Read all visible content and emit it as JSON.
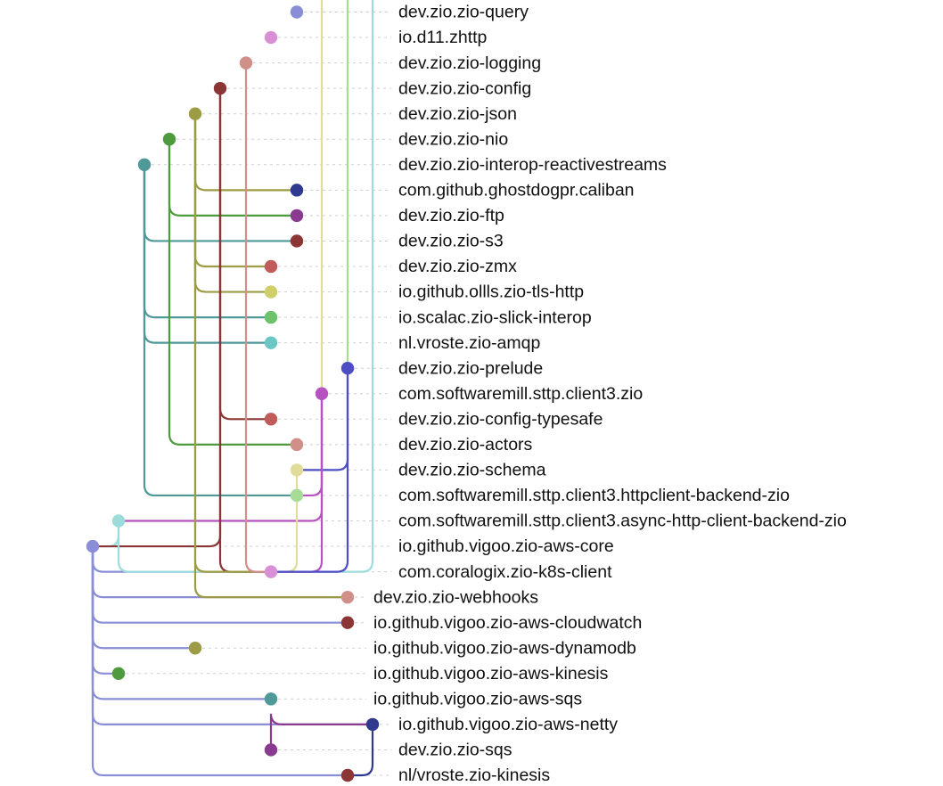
{
  "nodes": [
    {
      "id": "n1",
      "label": "dev.zio.zio-query",
      "color": "#8a8ed6"
    },
    {
      "id": "n2",
      "label": "io.d11.zhttp",
      "color": "#d98fd5"
    },
    {
      "id": "n3",
      "label": "dev.zio.zio-logging",
      "color": "#d18f8a"
    },
    {
      "id": "n4",
      "label": "dev.zio.zio-config",
      "color": "#8b3535"
    },
    {
      "id": "n5",
      "label": "dev.zio.zio-json",
      "color": "#9c9c45"
    },
    {
      "id": "n6",
      "label": "dev.zio.zio-nio",
      "color": "#4e9a3e"
    },
    {
      "id": "n7",
      "label": "dev.zio.zio-interop-reactivestreams",
      "color": "#4f9999"
    },
    {
      "id": "n8",
      "label": "com.github.ghostdogpr.caliban",
      "color": "#2f3a8f"
    },
    {
      "id": "n9",
      "label": "dev.zio.zio-ftp",
      "color": "#8a3a8f"
    },
    {
      "id": "n10",
      "label": "dev.zio.zio-s3",
      "color": "#8b3535"
    },
    {
      "id": "n11",
      "label": "dev.zio.zio-zmx",
      "color": "#c15a5a"
    },
    {
      "id": "n12",
      "label": "io.github.ollls.zio-tls-http",
      "color": "#cfcf6a"
    },
    {
      "id": "n13",
      "label": "io.scalac.zio-slick-interop",
      "color": "#6cc36c"
    },
    {
      "id": "n14",
      "label": "nl.vroste.zio-amqp",
      "color": "#6cc6c6"
    },
    {
      "id": "n15",
      "label": "dev.zio.zio-prelude",
      "color": "#4d4ec4"
    },
    {
      "id": "n16",
      "label": "com.softwaremill.sttp.client3.zio",
      "color": "#b653c0"
    },
    {
      "id": "n17",
      "label": "dev.zio.zio-config-typesafe",
      "color": "#c15a5a"
    },
    {
      "id": "n18",
      "label": "dev.zio.zio-actors",
      "color": "#d18f8a"
    },
    {
      "id": "n19",
      "label": "dev.zio.zio-schema",
      "color": "#e0dc9a"
    },
    {
      "id": "n20",
      "label": "com.softwaremill.sttp.client3.httpclient-backend-zio",
      "color": "#a6dc96"
    },
    {
      "id": "n21",
      "label": "com.softwaremill.sttp.client3.async-http-client-backend-zio",
      "color": "#9edcdc"
    },
    {
      "id": "n22",
      "label": "io.github.vigoo.zio-aws-core",
      "color": "#8a8ed6"
    },
    {
      "id": "n23",
      "label": "com.coralogix.zio-k8s-client",
      "color": "#d98fd5"
    },
    {
      "id": "n24",
      "label": "dev.zio.zio-webhooks",
      "color": "#d18f8a"
    },
    {
      "id": "n25",
      "label": "io.github.vigoo.zio-aws-cloudwatch",
      "color": "#8b3535"
    },
    {
      "id": "n26",
      "label": "io.github.vigoo.zio-aws-dynamodb",
      "color": "#9c9c45"
    },
    {
      "id": "n27",
      "label": "io.github.vigoo.zio-aws-kinesis",
      "color": "#4e9a3e"
    },
    {
      "id": "n28",
      "label": "io.github.vigoo.zio-aws-sqs",
      "color": "#4f9999"
    },
    {
      "id": "n29",
      "label": "io.github.vigoo.zio-aws-netty",
      "color": "#2f3a8f"
    },
    {
      "id": "n30",
      "label": "dev.zio.zio-sqs",
      "color": "#8a3a8f"
    },
    {
      "id": "n31",
      "label": "nl/vroste.zio-kinesis",
      "color": "#8b3535"
    }
  ],
  "edges": [
    {
      "from": "n5",
      "to": "n8"
    },
    {
      "from": "n6",
      "to": "n9"
    },
    {
      "from": "n7",
      "to": "n10"
    },
    {
      "from": "n5",
      "to": "n11"
    },
    {
      "from": "n5",
      "to": "n12"
    },
    {
      "from": "n7",
      "to": "n13"
    },
    {
      "from": "n7",
      "to": "n14"
    },
    {
      "from": "n4",
      "to": "n17"
    },
    {
      "from": "n6",
      "to": "n18"
    },
    {
      "from": "n15",
      "to": "n19"
    },
    {
      "from": "n7",
      "to": "n20"
    },
    {
      "from": "n16",
      "to": "n20"
    },
    {
      "from": "n16",
      "to": "n21"
    },
    {
      "from": "n21",
      "to": "n22"
    },
    {
      "from": "n4",
      "to": "n22"
    },
    {
      "from": "n22",
      "to": "n23"
    },
    {
      "from": "n21",
      "to": "n23"
    },
    {
      "from": "n4",
      "to": "n23"
    },
    {
      "from": "n5",
      "to": "n23"
    },
    {
      "from": "n3",
      "to": "n23"
    },
    {
      "from": "n19",
      "to": "n23"
    },
    {
      "from": "n16",
      "to": "n23"
    },
    {
      "from": "n15",
      "to": "n23"
    },
    {
      "from": "n22",
      "to": "n24"
    },
    {
      "from": "n5",
      "to": "n24"
    },
    {
      "from": "n22",
      "to": "n25"
    },
    {
      "from": "n22",
      "to": "n26"
    },
    {
      "from": "n22",
      "to": "n27"
    },
    {
      "from": "n22",
      "to": "n28"
    },
    {
      "from": "n22",
      "to": "n29"
    },
    {
      "from": "n30",
      "to": "n29"
    },
    {
      "from": "n22",
      "to": "n31"
    },
    {
      "from": "n29",
      "to": "n31"
    }
  ]
}
